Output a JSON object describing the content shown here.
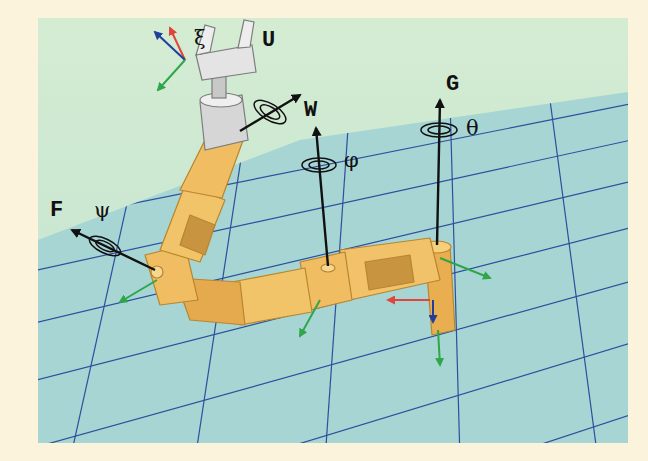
{
  "diagram": {
    "labels": [
      "ξ",
      "U",
      "W",
      "φ",
      "G",
      "θ",
      "F",
      "ψ"
    ]
  }
}
